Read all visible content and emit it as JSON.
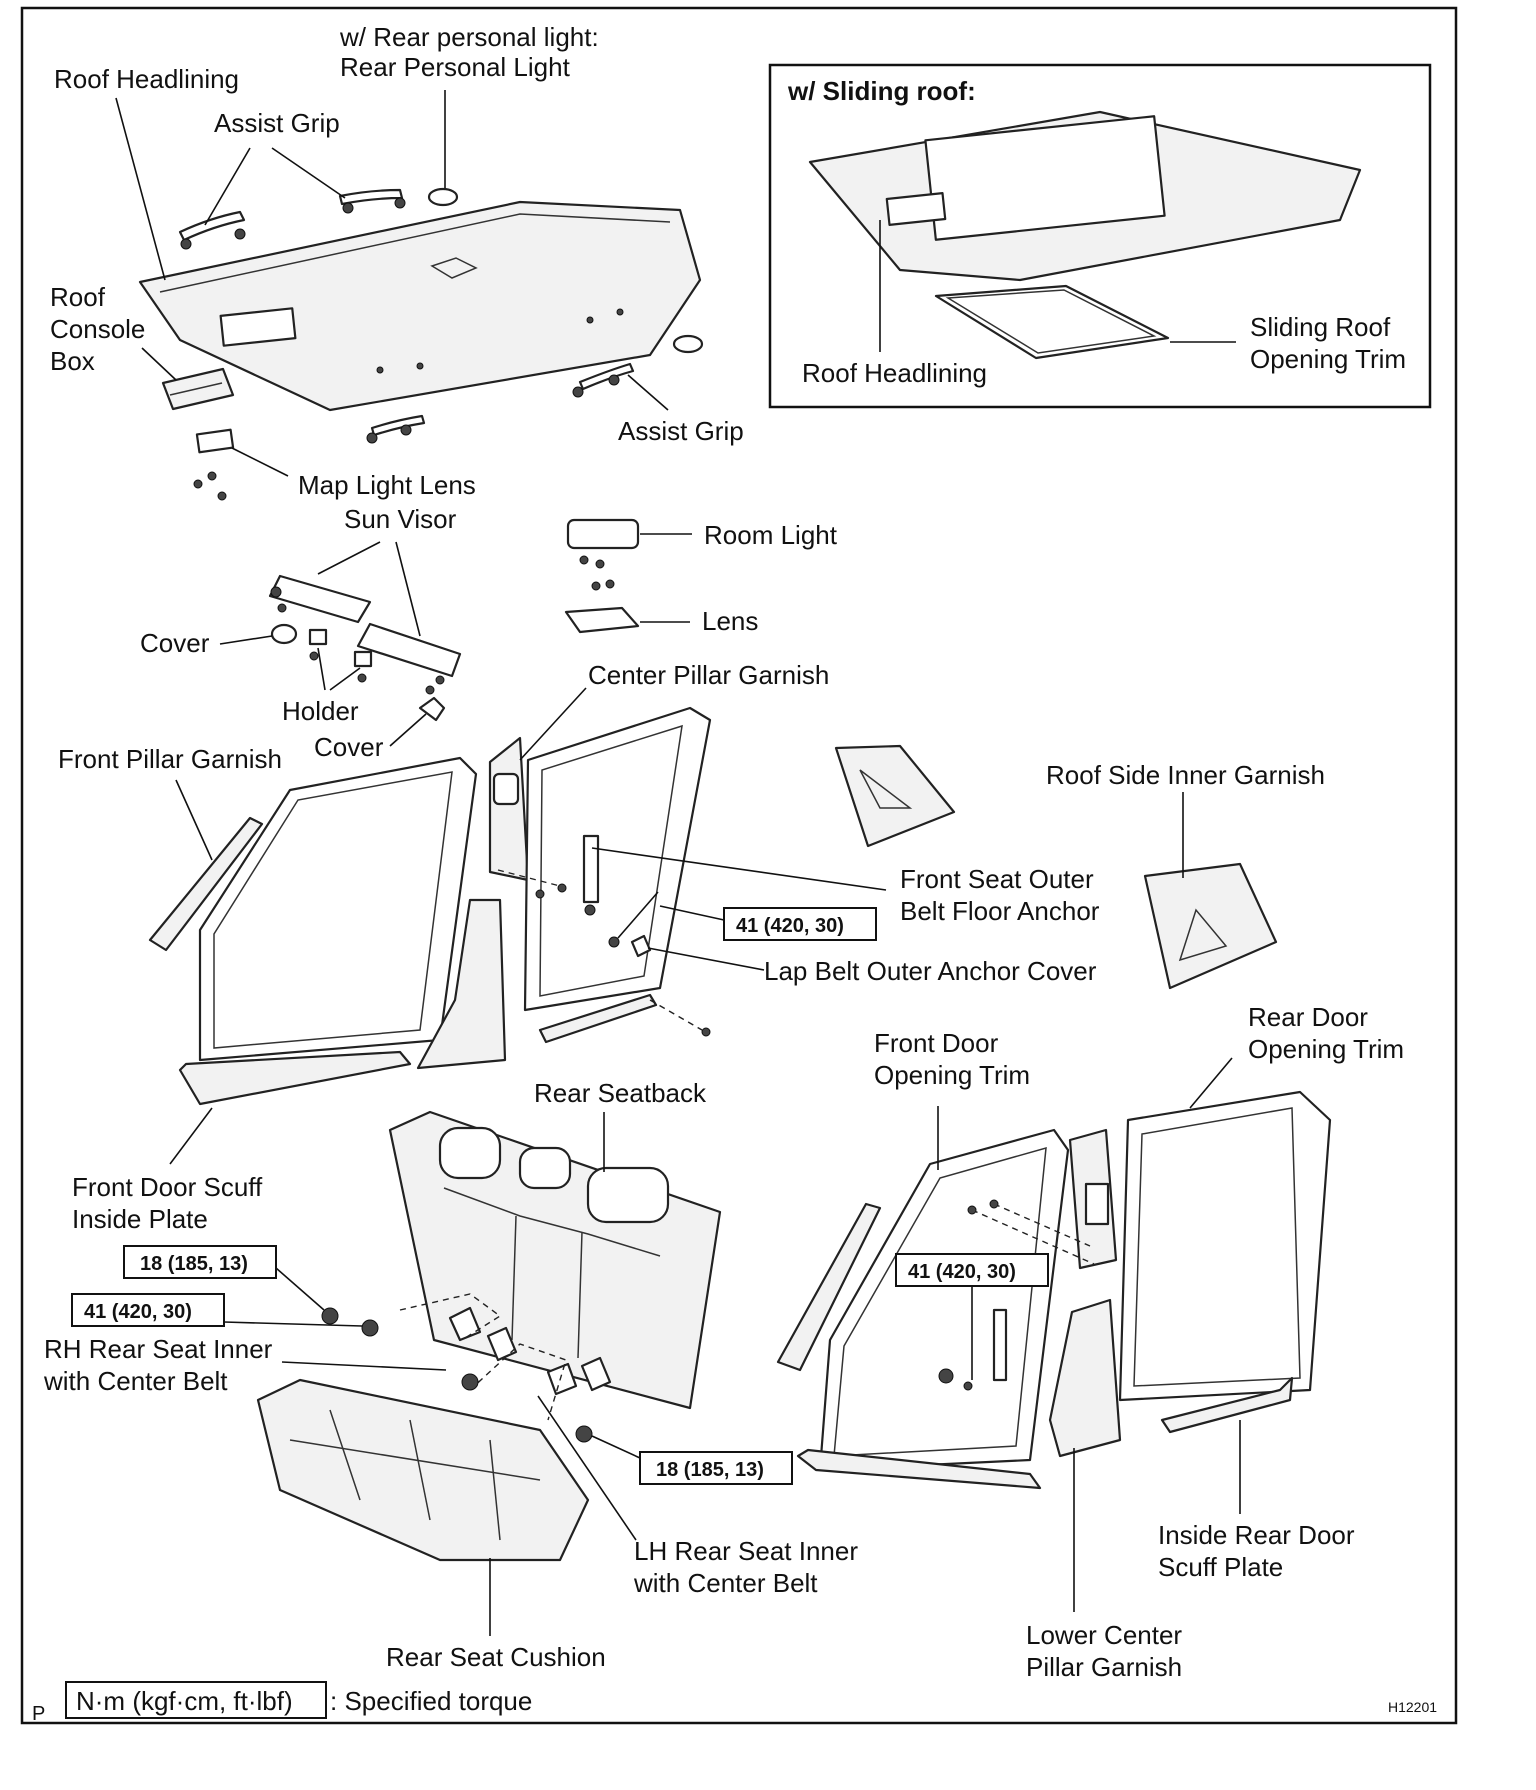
{
  "labels": {
    "roof_headlining": "Roof Headlining",
    "assist_grip_top": "Assist Grip",
    "rear_personal_light_1": "w/ Rear personal light:",
    "rear_personal_light_2": "Rear Personal Light",
    "sliding_roof_title": "w/ Sliding roof:",
    "sliding_roof_headlining": "Roof Headlining",
    "sliding_roof_trim_1": "Sliding Roof",
    "sliding_roof_trim_2": "Opening Trim",
    "roof_console_1": "Roof",
    "roof_console_2": "Console",
    "roof_console_3": "Box",
    "assist_grip_right": "Assist Grip",
    "map_light_lens": "Map Light Lens",
    "sun_visor": "Sun Visor",
    "room_light": "Room Light",
    "lens": "Lens",
    "cover_left": "Cover",
    "holder": "Holder",
    "cover_bottom": "Cover",
    "center_pillar_garnish": "Center Pillar Garnish",
    "front_pillar_garnish": "Front Pillar Garnish",
    "roof_side_inner_garnish": "Roof Side Inner Garnish",
    "front_seat_outer_1": "Front Seat Outer",
    "front_seat_outer_2": "Belt Floor Anchor",
    "lap_belt_cover": "Lap Belt Outer Anchor Cover",
    "rear_door_trim_1": "Rear Door",
    "rear_door_trim_2": "Opening Trim",
    "front_door_trim_1": "Front Door",
    "front_door_trim_2": "Opening Trim",
    "rear_seatback": "Rear Seatback",
    "front_door_scuff_1": "Front Door Scuff",
    "front_door_scuff_2": "Inside Plate",
    "rh_rear_seat_1": "RH Rear Seat Inner",
    "rh_rear_seat_2": "with Center Belt",
    "lh_rear_seat_1": "LH Rear Seat Inner",
    "lh_rear_seat_2": "with Center Belt",
    "rear_seat_cushion": "Rear Seat Cushion",
    "inside_rear_scuff_1": "Inside Rear Door",
    "inside_rear_scuff_2": "Scuff Plate",
    "lower_center_1": "Lower Center",
    "lower_center_2": "Pillar Garnish"
  },
  "torques": {
    "t1": "41 (420, 30)",
    "t2": "18 (185, 13)",
    "t3": "41 (420, 30)",
    "t4": "18 (185, 13)",
    "t5": "41 (420, 30)"
  },
  "legend": {
    "box": "N·m (kgf·cm, ft·lbf)",
    "text": ": Specified torque",
    "corner": "P",
    "figure_id": "H12201"
  }
}
